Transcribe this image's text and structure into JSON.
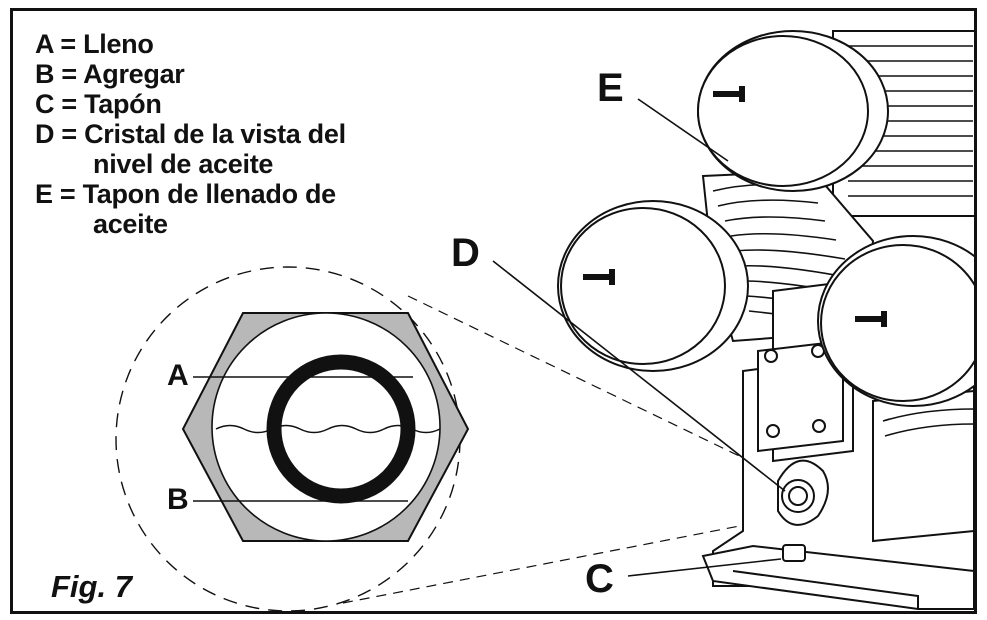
{
  "legend": {
    "a": "A = Lleno",
    "b": "B = Agregar",
    "c": "C = Tapón",
    "d_line1": "D = Cristal de la vista del",
    "d_line2": "nivel de aceite",
    "e_line1": "E = Tapon de llenado de",
    "e_line2": "aceite"
  },
  "callouts": {
    "a": "A",
    "b": "B",
    "c": "C",
    "d": "D",
    "e": "E"
  },
  "figure": {
    "caption": "Fig. 7"
  },
  "colors": {
    "ink": "#111111",
    "hex_fill": "#b8b8b8",
    "background": "#ffffff"
  }
}
